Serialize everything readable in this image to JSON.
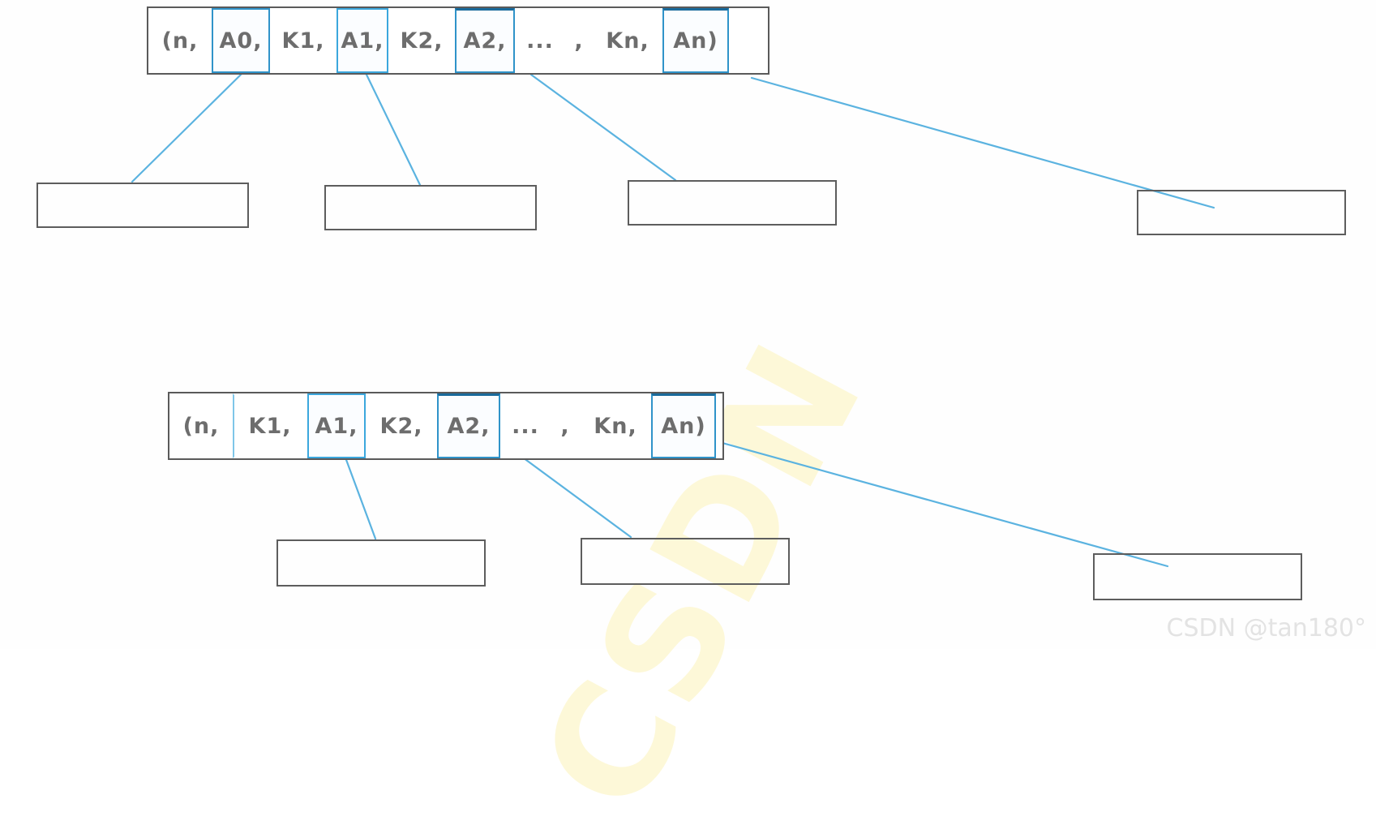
{
  "diagram": {
    "title": "B+ tree / B-tree node structure comparison",
    "accent_color": "#3ba7dd",
    "line_color": "#5bb3e0",
    "box_border_color": "#5a5a5a",
    "text_color": "#6d6d6d",
    "background": "#ffffff",
    "rows": [
      {
        "id": "row-internal-node",
        "node": {
          "name": "internal-node-record",
          "cells": [
            {
              "label": "(n,",
              "highlight": "none"
            },
            {
              "label": "A0,",
              "highlight": "dark"
            },
            {
              "label": "K1,",
              "highlight": "none"
            },
            {
              "label": "A1,",
              "highlight": "light"
            },
            {
              "label": "K2,",
              "highlight": "none"
            },
            {
              "label": "A2,",
              "highlight": "dark-top"
            },
            {
              "label": "...",
              "highlight": "none"
            },
            {
              "label": ",",
              "highlight": "none"
            },
            {
              "label": "Kn,",
              "highlight": "none"
            },
            {
              "label": "An)",
              "highlight": "dark"
            }
          ]
        },
        "children": [
          {
            "name": "child-box-a0",
            "label": ""
          },
          {
            "name": "child-box-a1",
            "label": ""
          },
          {
            "name": "child-box-a2",
            "label": ""
          },
          {
            "name": "child-box-an",
            "label": ""
          }
        ]
      },
      {
        "id": "row-leaf-node",
        "node": {
          "name": "leaf-node-record",
          "cells": [
            {
              "label": "(n,",
              "highlight": "none"
            },
            {
              "label": "K1,",
              "highlight": "none"
            },
            {
              "label": "A1,",
              "highlight": "light"
            },
            {
              "label": "K2,",
              "highlight": "none"
            },
            {
              "label": "A2,",
              "highlight": "dark-top"
            },
            {
              "label": "...",
              "highlight": "none"
            },
            {
              "label": ",",
              "highlight": "none"
            },
            {
              "label": "Kn,",
              "highlight": "none"
            },
            {
              "label": "An)",
              "highlight": "dark"
            }
          ]
        },
        "children": [
          {
            "name": "child-box-a1-lower",
            "label": ""
          },
          {
            "name": "child-box-a2-lower",
            "label": ""
          },
          {
            "name": "child-box-an-lower",
            "label": ""
          }
        ]
      }
    ]
  },
  "watermarks": {
    "corner": "CSDN @tan180°",
    "background": "CSDN"
  }
}
